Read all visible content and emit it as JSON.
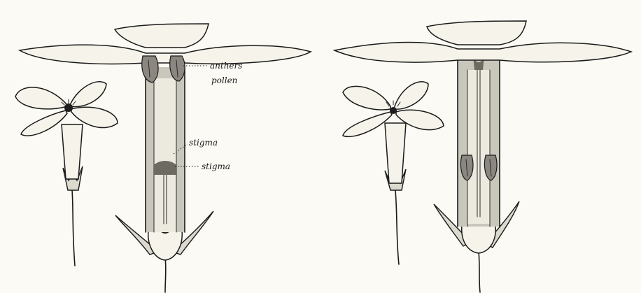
{
  "labels": {
    "anthers": "anthers",
    "pollen": "pollen",
    "stigma_upper": "stigma",
    "stigma_lower": "stigma"
  }
}
